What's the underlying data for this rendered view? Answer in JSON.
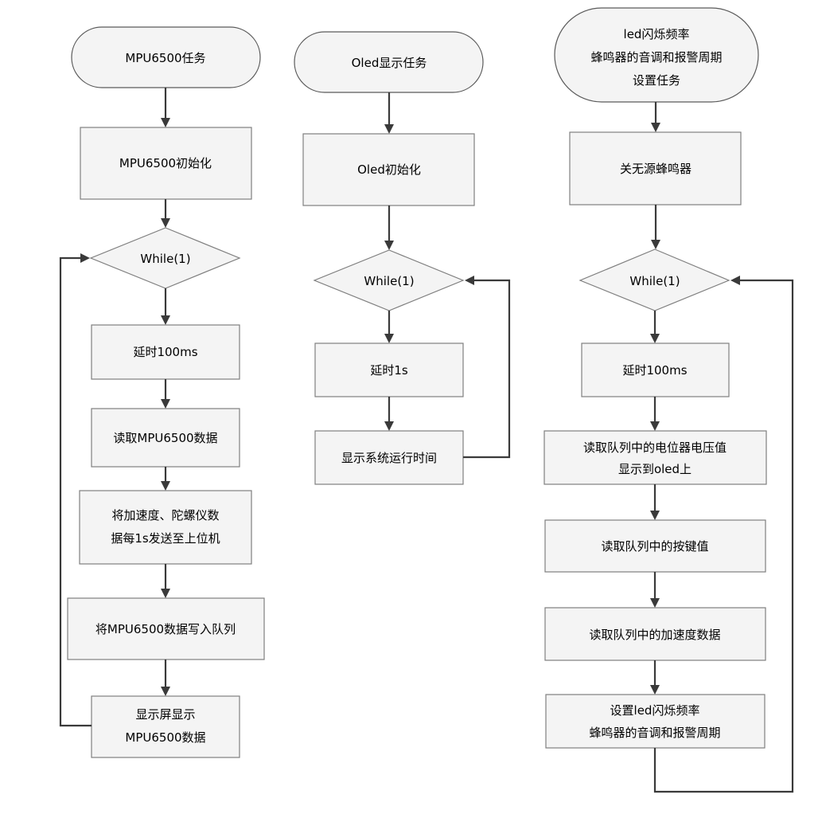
{
  "columns": [
    {
      "start": "MPU6500任务",
      "steps": [
        "MPU6500初始化",
        "While(1)",
        "延时100ms",
        "读取MPU6500数据",
        "将加速度、陀螺仪数",
        "据每1s发送至上位机",
        "将MPU6500数据写入队列",
        "显示屏显示",
        "MPU6500数据"
      ]
    },
    {
      "start": "Oled显示任务",
      "steps": [
        "Oled初始化",
        "While(1)",
        "延时1s",
        "显示系统运行时间"
      ]
    },
    {
      "start_lines": [
        "led闪烁频率",
        "蜂鸣器的音调和报警周期",
        "设置任务"
      ],
      "steps": [
        "关无源蜂鸣器",
        "While(1)",
        "延时100ms",
        "读取队列中的电位器电压值",
        "显示到oled上",
        "读取队列中的按键值",
        "读取队列中的加速度数据",
        "设置led闪烁频率",
        "蜂鸣器的音调和报警周期"
      ]
    }
  ]
}
